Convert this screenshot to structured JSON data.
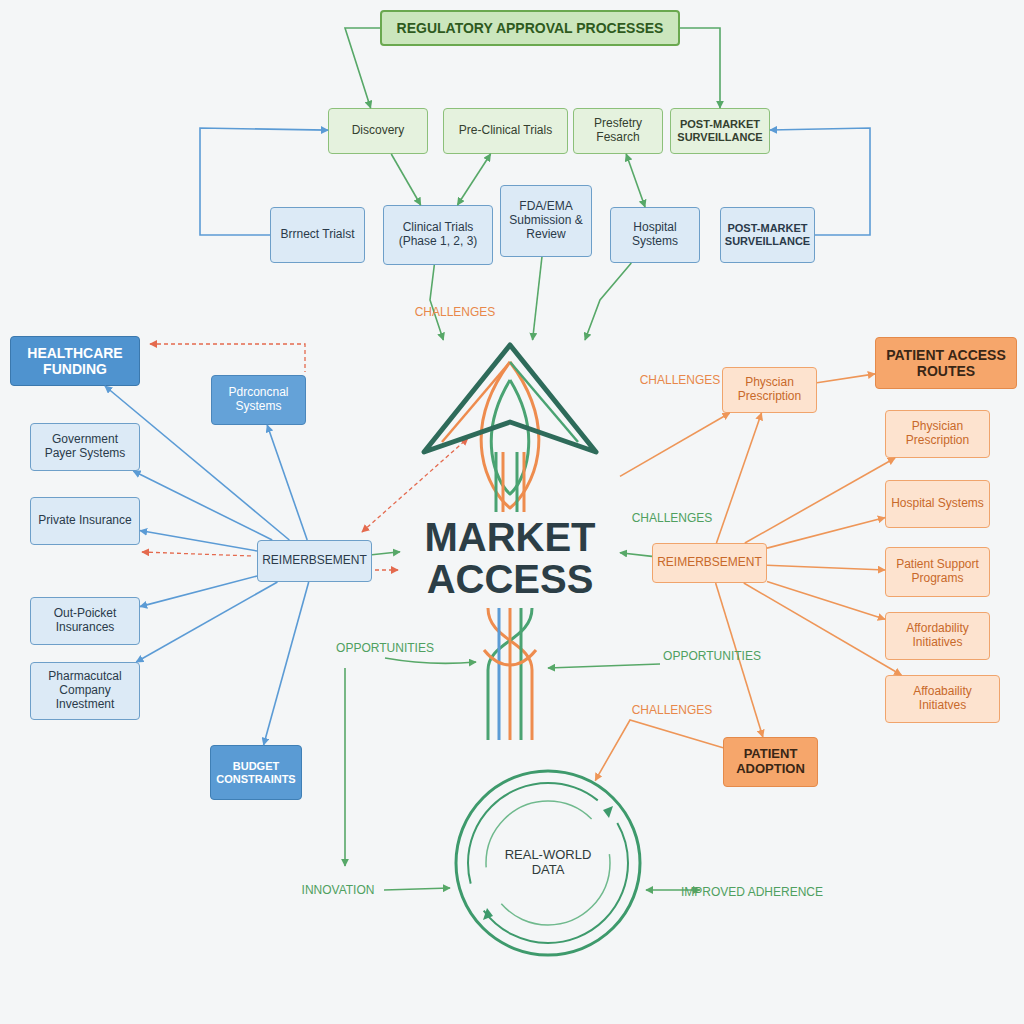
{
  "diagram": {
    "nodes": [
      {
        "text": [
          "REGULATORY APPROVAL PROCESSES"
        ]
      },
      {
        "text": [
          "Discovery"
        ]
      },
      {
        "text": [
          "Pre-Clinical Trials"
        ]
      },
      {
        "text": [
          "Presfetry Fesarch"
        ]
      },
      {
        "text": [
          "POST-MARKET SURVEILLANCE"
        ]
      },
      {
        "text": [
          "Brrnect Trialst"
        ]
      },
      {
        "text": [
          "Clinical Trials (Phase 1, 2, 3)"
        ]
      },
      {
        "text": [
          "FDA/EMA Submission & Review"
        ]
      },
      {
        "text": [
          "Hospital Systems"
        ]
      },
      {
        "text": [
          "POST-MARKET SURVEILLANCE"
        ]
      },
      {
        "text": [
          "HEALTHCARE FUNDING"
        ]
      },
      {
        "text": [
          "Pdrconcnal Systems"
        ]
      },
      {
        "text": [
          "Government Payer Systems"
        ]
      },
      {
        "text": [
          "Private Insurance"
        ]
      },
      {
        "text": [
          "REIMERBSEMENT"
        ]
      },
      {
        "text": [
          "Out-Poicket Insurances"
        ]
      },
      {
        "text": [
          "Pharmacutcal Company Investment"
        ]
      },
      {
        "text": [
          "BUDGET CONSTRAINTS"
        ]
      },
      {
        "text": [
          "MARKET ACCESS"
        ]
      },
      {
        "text": [
          "PATIENT ACCESS ROUTES"
        ]
      },
      {
        "text": [
          "Physcian Prescription"
        ]
      },
      {
        "text": [
          "Physician Prescription"
        ]
      },
      {
        "text": [
          "Hospital Systems"
        ]
      },
      {
        "text": [
          "REIMERBSEMENT"
        ]
      },
      {
        "text": [
          "Patient Support Programs"
        ]
      },
      {
        "text": [
          "Affordability Initiatives"
        ]
      },
      {
        "text": [
          "Affoabaility Initiatves"
        ]
      },
      {
        "text": [
          "PATIENT ADOPTION"
        ]
      },
      {
        "text": [
          "REAL-WORLD DATA"
        ]
      }
    ],
    "edges": [
      {
        "from": 0,
        "to": 1,
        "arrow": "to"
      },
      {
        "from": 0,
        "to": 4,
        "arrow": "to"
      },
      {
        "from": 5,
        "to": 1,
        "arrow": "to"
      },
      {
        "from": 9,
        "to": 4,
        "arrow": "to"
      },
      {
        "from": 1,
        "to": 6,
        "arrow": "to"
      },
      {
        "from": 6,
        "to": 2,
        "arrow": "both"
      },
      {
        "from": 3,
        "to": 8,
        "arrow": "both"
      },
      {
        "from": 6,
        "to": 18,
        "arrow": "to",
        "label": "CHALLENGES"
      },
      {
        "from": 7,
        "to": 18,
        "arrow": "to"
      },
      {
        "from": 8,
        "to": 18,
        "arrow": "to"
      },
      {
        "from": 14,
        "to": 10,
        "arrow": "to"
      },
      {
        "from": 14,
        "to": 11,
        "arrow": "to"
      },
      {
        "from": 14,
        "to": 12,
        "arrow": "to"
      },
      {
        "from": 14,
        "to": 13,
        "arrow": "to"
      },
      {
        "from": 14,
        "to": 15,
        "arrow": "to"
      },
      {
        "from": 14,
        "to": 16,
        "arrow": "to"
      },
      {
        "from": 14,
        "to": 17,
        "arrow": "to"
      },
      {
        "from": 14,
        "to": 18,
        "arrow": "to"
      },
      {
        "from": 20,
        "to": 19,
        "arrow": "to"
      },
      {
        "from": 18,
        "to": 20,
        "arrow": "to",
        "label": "CHALLENGES"
      },
      {
        "from": 23,
        "to": 18,
        "arrow": "to",
        "label": "CHALLENGES"
      },
      {
        "from": 23,
        "to": 20,
        "arrow": "to"
      },
      {
        "from": 23,
        "to": 21,
        "arrow": "to"
      },
      {
        "from": 23,
        "to": 22,
        "arrow": "to"
      },
      {
        "from": 23,
        "to": 24,
        "arrow": "to"
      },
      {
        "from": 23,
        "to": 25,
        "arrow": "to"
      },
      {
        "from": 23,
        "to": 26,
        "arrow": "to"
      },
      {
        "from": 23,
        "to": 27,
        "arrow": "to"
      },
      {
        "from": 27,
        "to": 28,
        "arrow": "to",
        "label": "CHALLENGES"
      }
    ],
    "labels": [
      "OPPORTUNITIES",
      "OPPORTUNITIES",
      "INNOVATION",
      "IMPROVED ADHERENCE"
    ]
  }
}
